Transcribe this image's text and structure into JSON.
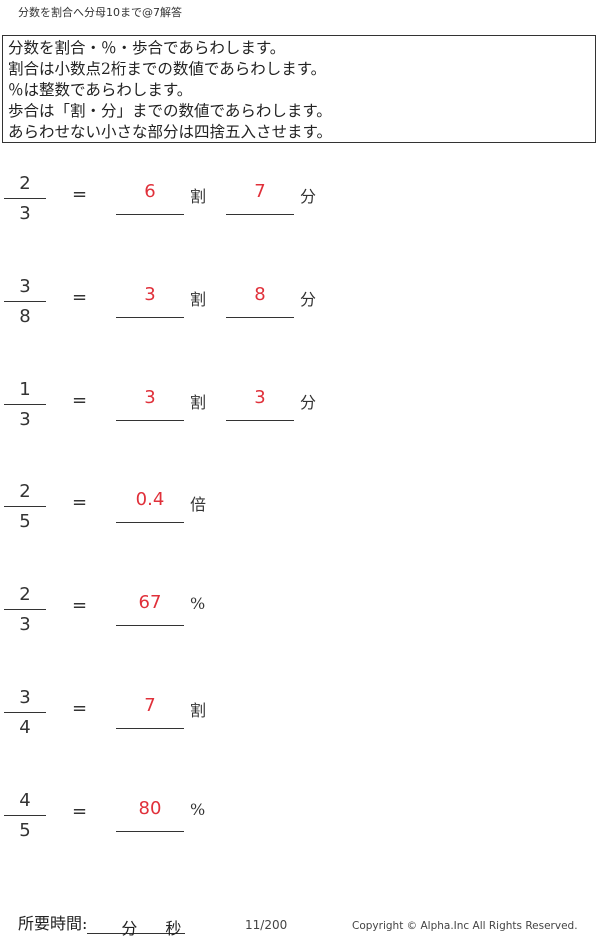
{
  "header": {
    "title": "分数を割合へ分母10まで@7解答"
  },
  "instructions": [
    "分数を割合・％・歩合であらわします。",
    "割合は小数点2桁までの数値であらわします。",
    "％は整数であらわします。",
    "歩合は「割・分」までの数値であらわします。",
    "あらわせない小さな部分は四捨五入させます。"
  ],
  "equals": "=",
  "problems": [
    {
      "num": "2",
      "den": "3",
      "answers": [
        {
          "value": "6",
          "unit": "割"
        },
        {
          "value": "7",
          "unit": "分"
        }
      ]
    },
    {
      "num": "3",
      "den": "8",
      "answers": [
        {
          "value": "3",
          "unit": "割"
        },
        {
          "value": "8",
          "unit": "分"
        }
      ]
    },
    {
      "num": "1",
      "den": "3",
      "answers": [
        {
          "value": "3",
          "unit": "割"
        },
        {
          "value": "3",
          "unit": "分"
        }
      ]
    },
    {
      "num": "2",
      "den": "5",
      "answers": [
        {
          "value": "0.4",
          "unit": "倍"
        }
      ]
    },
    {
      "num": "2",
      "den": "3",
      "answers": [
        {
          "value": "67",
          "unit": "%"
        }
      ]
    },
    {
      "num": "3",
      "den": "4",
      "answers": [
        {
          "value": "7",
          "unit": "割"
        }
      ]
    },
    {
      "num": "4",
      "den": "5",
      "answers": [
        {
          "value": "80",
          "unit": "%"
        }
      ]
    }
  ],
  "footer": {
    "time_label": "所要時間:",
    "minutes_label": "分",
    "seconds_label": "秒",
    "page": "11/200",
    "copyright": "Copyright ©  Alpha.Inc All Rights Reserved."
  },
  "colors": {
    "answer": "#e0303a",
    "text": "#222222"
  }
}
